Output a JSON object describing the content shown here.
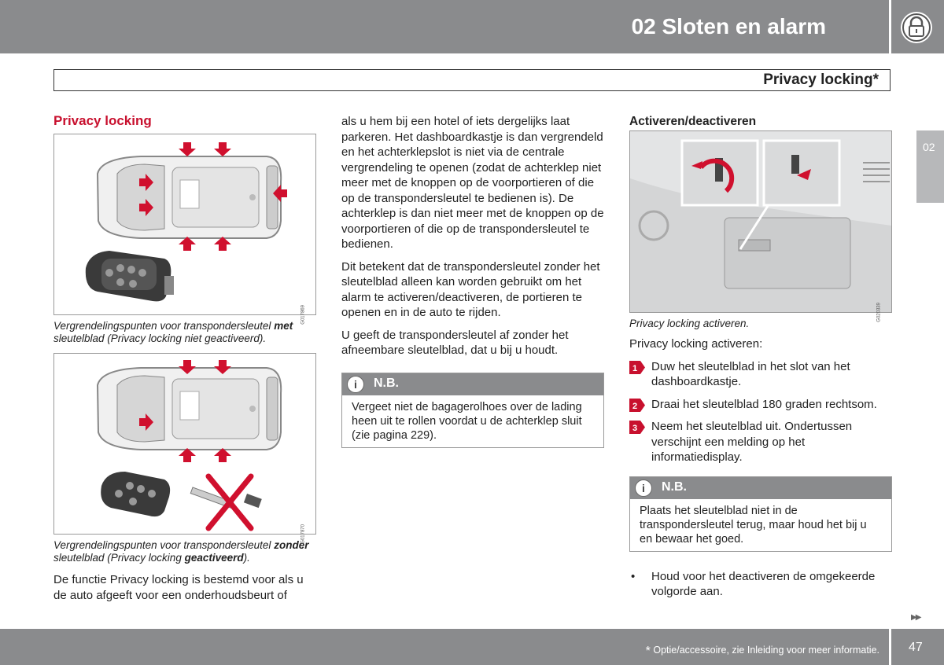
{
  "header": {
    "chapter_title": "02 Sloten en alarm",
    "section_title": "Privacy locking*",
    "side_tab": "02"
  },
  "col1": {
    "heading": "Privacy locking",
    "figure1_code": "G017869",
    "caption1_a": "Vergrendelingspunten voor transpondersleutel",
    "caption1_b_bold": "met",
    "caption1_c": " sleutelblad (Privacy locking niet geactiveerd).",
    "figure2_code": "G017870",
    "caption2_a": "Vergrendelingspunten voor transpondersleutel",
    "caption2_b_bold": "zonder",
    "caption2_c": " sleutelblad (Privacy locking ",
    "caption2_d_bold": "geactiveerd",
    "caption2_e": ").",
    "para1": "De functie Privacy locking is bestemd voor als u de auto afgeeft voor een onderhoudsbeurt of"
  },
  "col2": {
    "para1": "als u hem bij een hotel of iets dergelijks laat parkeren. Het dashboardkastje is dan vergrendeld en het achterklepslot is niet via de centrale vergrendeling te openen (zodat de achterklep niet meer met de knoppen op de voorportieren of die op de transpondersleutel te bedienen is). De achterklep is dan niet meer met de knoppen op de voorportieren of die op de transpondersleutel te bedienen.",
    "para2": "Dit betekent dat de transpondersleutel zonder het sleutelblad alleen kan worden gebruikt om het alarm te activeren/deactiveren, de portieren te openen en in de auto te rijden.",
    "para3": "U geeft de transpondersleutel af zonder het afneembare sleutelblad, dat u bij u houdt.",
    "note_icon": "i",
    "note_title": "N.B.",
    "note_text": "Vergeet niet de bagagerolhoes over de lading heen uit te rollen voordat u de achterklep sluit (zie pagina 229)."
  },
  "col3": {
    "heading": "Activeren/deactiveren",
    "figure_code": "G020339",
    "caption": "Privacy locking activeren.",
    "intro": "Privacy locking activeren:",
    "steps": [
      {
        "num": "1",
        "text": "Duw het sleutelblad in het slot van het dashboardkastje."
      },
      {
        "num": "2",
        "text": "Draai het sleutelblad 180 graden rechtsom."
      },
      {
        "num": "3",
        "text": "Neem het sleutelblad uit. Ondertussen verschijnt een melding op het informatiedisplay."
      }
    ],
    "note_icon": "i",
    "note_title": "N.B.",
    "note_text": "Plaats het sleutelblad niet in de transpondersleutel terug, maar houd het bij u en bewaar het goed.",
    "bullet_dot": "•",
    "bullet": "Houd voor het deactiveren de omgekeerde volgorde aan."
  },
  "footer": {
    "continue": "▶▶",
    "footnote_star": "*",
    "footnote": " Optie/accessoire, zie Inleiding voor meer informatie.",
    "page_number": "47"
  },
  "colors": {
    "header_gray": "#8a8b8d",
    "heading_red": "#c8102e",
    "arrow_red": "#d0102e"
  }
}
